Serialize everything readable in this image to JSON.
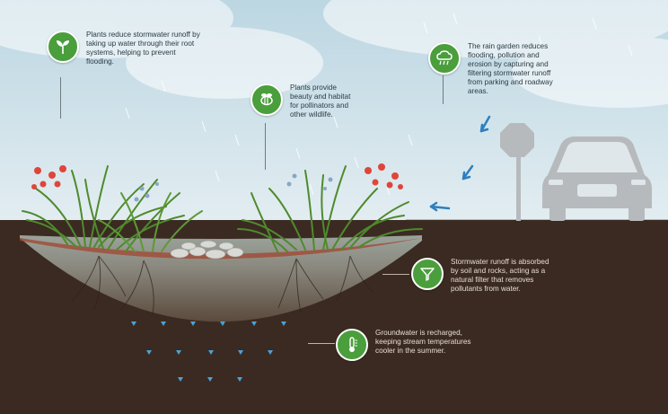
{
  "callouts": {
    "roots": {
      "text": "Plants reduce stormwater runoff by taking up water through their root systems, helping to prevent flooding.",
      "icon": "sprout-icon"
    },
    "pollinators": {
      "text": "Plants provide beauty and habitat for pollinators and other wildlife.",
      "icon": "bee-icon"
    },
    "rain_garden": {
      "text": "The rain garden reduces flooding, pollution and erosion by capturing and filtering stormwater runoff from parking and roadway areas.",
      "icon": "rain-cloud-icon"
    },
    "filter": {
      "text": "Stormwater runoff is absorbed by soil and rocks, acting as a natural filter that removes pollutants from water.",
      "icon": "funnel-icon"
    },
    "groundwater": {
      "text": "Groundwater is recharged, keeping stream temperatures cooler in the summer.",
      "icon": "thermometer-icon"
    }
  },
  "colors": {
    "accent_green": "#4a9e3c",
    "sky": "#cfe1ea",
    "soil": "#3b2a22",
    "road": "#b5b8ba",
    "water_arrow": "#2f7fbf"
  }
}
